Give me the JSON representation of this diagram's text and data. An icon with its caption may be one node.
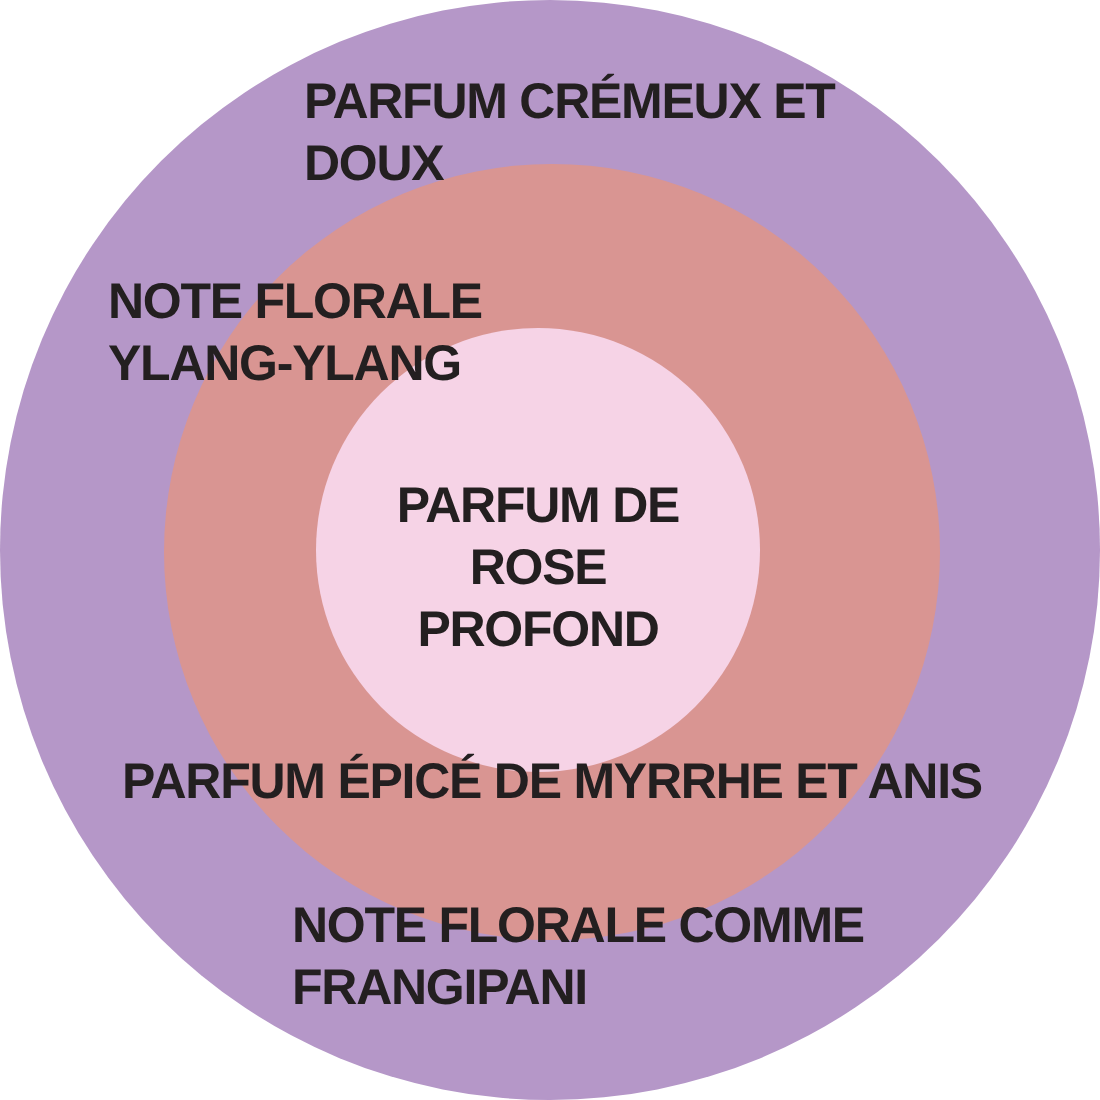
{
  "diagram": {
    "nodes": [
      {
        "text": [
          "PARFUM CRÉMEUX ET DOUX",
          "NOTE FLORALE COMME FRANGIPANI"
        ]
      },
      {
        "text": [
          "NOTE FLORALE YLANG-YLANG",
          "PARFUM ÉPICÉ DE MYRRHE ET ANIS"
        ],
        "in": 0
      },
      {
        "text": [
          "PARFUM DE ROSE PROFOND"
        ],
        "in": 1
      }
    ]
  }
}
